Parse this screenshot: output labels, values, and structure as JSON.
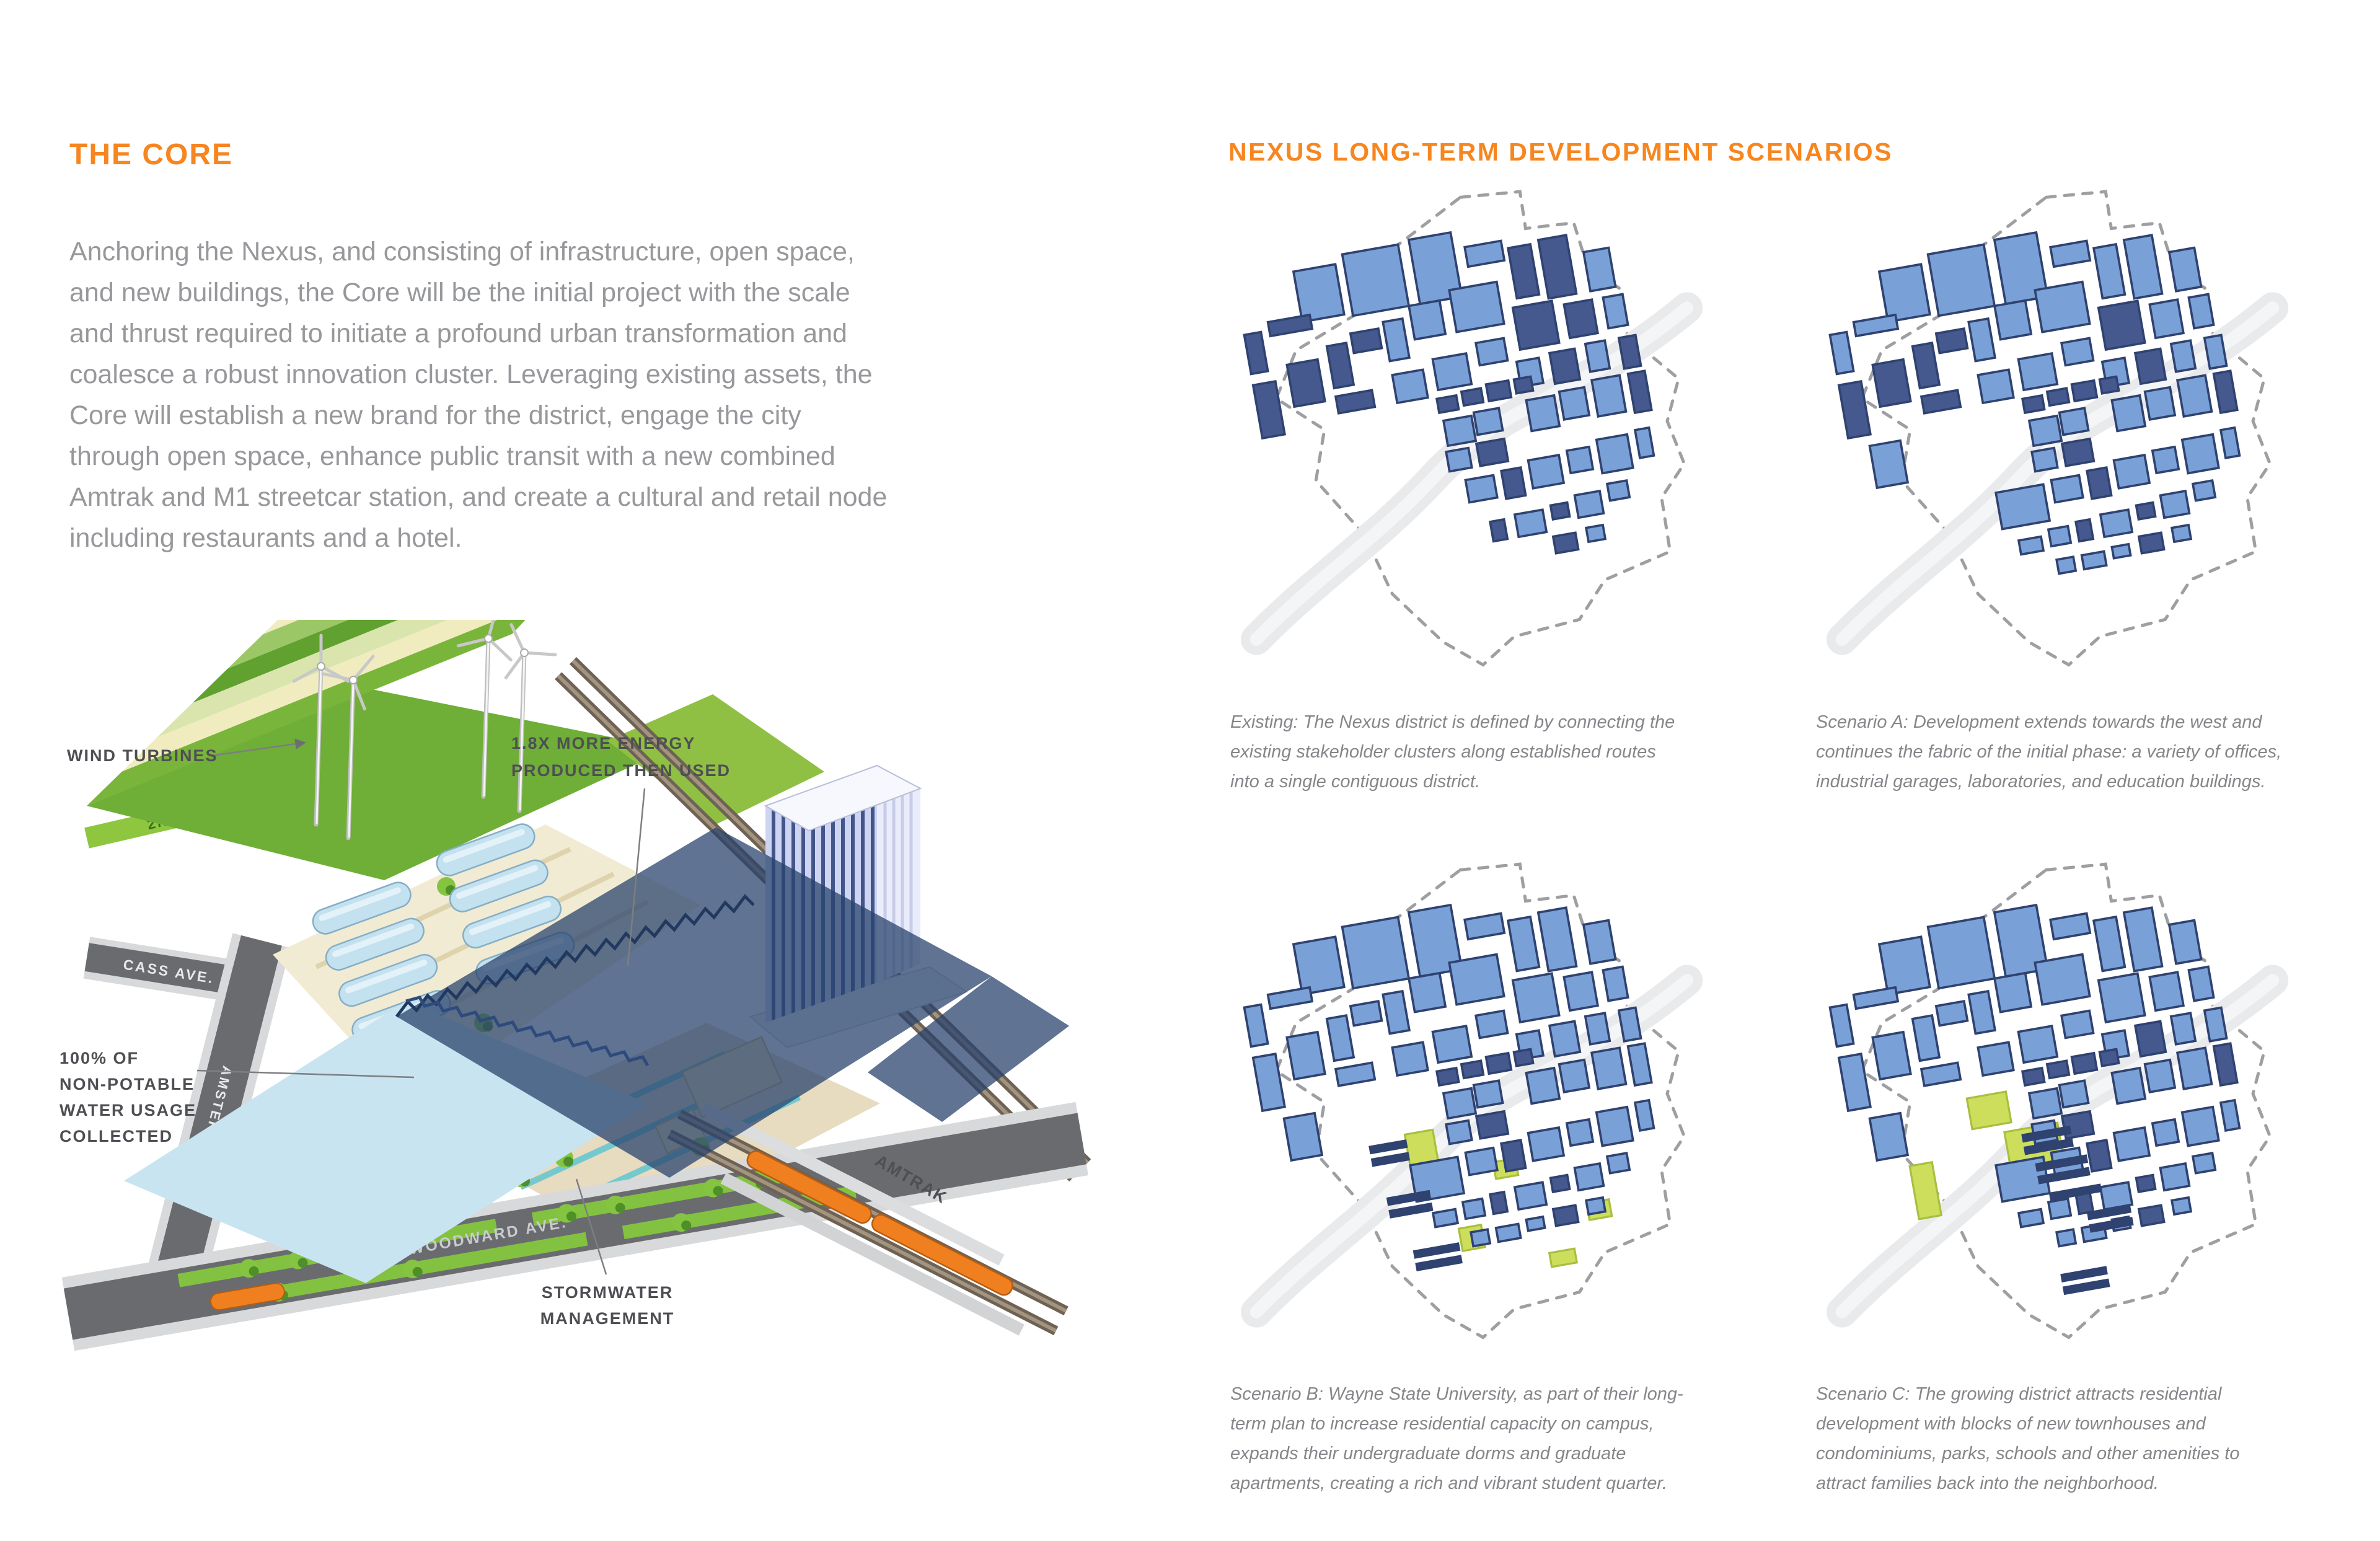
{
  "page": {
    "background": "#ffffff",
    "accent_orange": "#f6861f"
  },
  "left": {
    "heading": "THE CORE",
    "paragraph": "Anchoring the Nexus, and consisting of infrastructure, open space, and new buildings, the Core will be the initial project with the scale and thrust required to initiate a profound urban transformation and coalesce a robust innovation cluster. Leveraging existing assets, the Core will establish a new brand for the district, engage the city through open space, enhance public transit with a new combined Amtrak and M1 streetcar station, and create a cultural and retail node including restaurants and a hotel."
  },
  "illustration": {
    "labels": {
      "wind_turbines": "WIND TURBINES",
      "energy_line1": "1.8X MORE ENERGY",
      "energy_line2": "PRODUCED THEN USED",
      "water_line1": "100% OF",
      "water_line2": "NON-POTABLE",
      "water_line3": "WATER USAGE",
      "water_line4": "COLLECTED",
      "stormwater_line1": "STORMWATER",
      "stormwater_line2": "MANAGEMENT",
      "amtrak": "AMTRAK"
    },
    "streets": {
      "second_ave": "2ND AVE.",
      "cass_ave": "CASS AVE.",
      "amsterdam_st": "AMSTERDAM ST.",
      "woodward_ave": "WOODWARD AVE."
    }
  },
  "right": {
    "heading": "NEXUS LONG-TERM DEVELOPMENT SCENARIOS",
    "maps": [
      {
        "variant": "existing",
        "caption": "Existing: The Nexus district is defined by connecting the existing stakeholder clusters along established routes into a single contiguous district."
      },
      {
        "variant": "a",
        "caption": "Scenario A: Development extends towards the west and continues the fabric of the initial phase: a variety of offices, industrial garages, laboratories, and education buildings."
      },
      {
        "variant": "b",
        "caption": "Scenario B: Wayne State University, as part of their long-term plan to increase residential capacity on campus, expands their undergraduate dorms and graduate apartments, creating a rich and vibrant student quarter."
      },
      {
        "variant": "c",
        "caption": "Scenario C: The growing district attracts residential development with blocks of new townhouses and condominiums, parks, schools and other amenities to attract families back into the neighborhood."
      }
    ],
    "colors": {
      "building_light": "#7aa1d7",
      "building_dark": "#46598f",
      "building_navy": "#2f4270",
      "park_green": "#cdde5d",
      "park_stroke": "#a8bf3e",
      "boundary": "#9d9fa2",
      "rail_band": "#e9eaec"
    }
  }
}
